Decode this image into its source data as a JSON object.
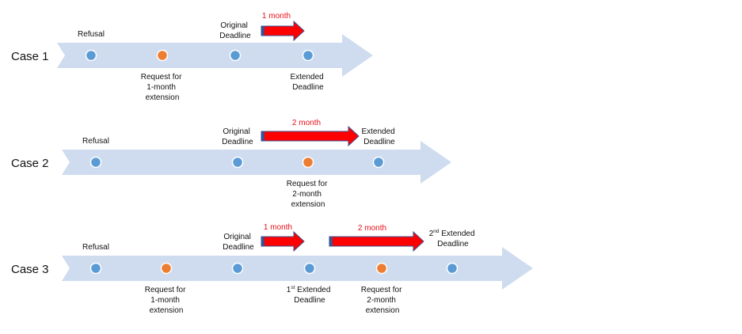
{
  "colors": {
    "timeline": "#cfdcef",
    "event_dot": "#5b9bd5",
    "request_dot": "#ed7d31",
    "dot_stroke": "#ffffff",
    "duration_arrow": "#ff0000",
    "duration_arrow_edge": "#3f4f8f",
    "duration_text": "#e8101a"
  },
  "cases": [
    {
      "label": "Case 1",
      "events": [
        {
          "kind": "event",
          "label": [
            "Refusal"
          ]
        },
        {
          "kind": "request",
          "label": [
            "Request for",
            "1-month",
            "extension"
          ]
        },
        {
          "kind": "event",
          "label": [
            "Original",
            "Deadline"
          ]
        },
        {
          "kind": "event",
          "label": [
            "Extended",
            "Deadline"
          ]
        }
      ],
      "durations": [
        {
          "label": "1 month"
        }
      ]
    },
    {
      "label": "Case 2",
      "events": [
        {
          "kind": "event",
          "label": [
            "Refusal"
          ]
        },
        {
          "kind": "event",
          "label": [
            "Original",
            "Deadline"
          ]
        },
        {
          "kind": "request",
          "label": [
            "Request for",
            "2-month",
            "extension"
          ]
        },
        {
          "kind": "event",
          "label": [
            "Extended",
            "Deadline"
          ]
        }
      ],
      "durations": [
        {
          "label": "2 month"
        }
      ]
    },
    {
      "label": "Case 3",
      "events": [
        {
          "kind": "event",
          "label": [
            "Refusal"
          ]
        },
        {
          "kind": "request",
          "label": [
            "Request for",
            "1-month",
            "extension"
          ]
        },
        {
          "kind": "event",
          "label": [
            "Original",
            "Deadline"
          ]
        },
        {
          "kind": "event",
          "label": [
            "1",
            "st",
            " Extended",
            "Deadline"
          ]
        },
        {
          "kind": "request",
          "label": [
            "Request for",
            "2-month",
            "extension"
          ]
        },
        {
          "kind": "event",
          "label": [
            "2",
            "nd",
            " Extended",
            "Deadline"
          ]
        }
      ],
      "durations": [
        {
          "label": "1 month"
        },
        {
          "label": "2 month"
        }
      ]
    }
  ]
}
